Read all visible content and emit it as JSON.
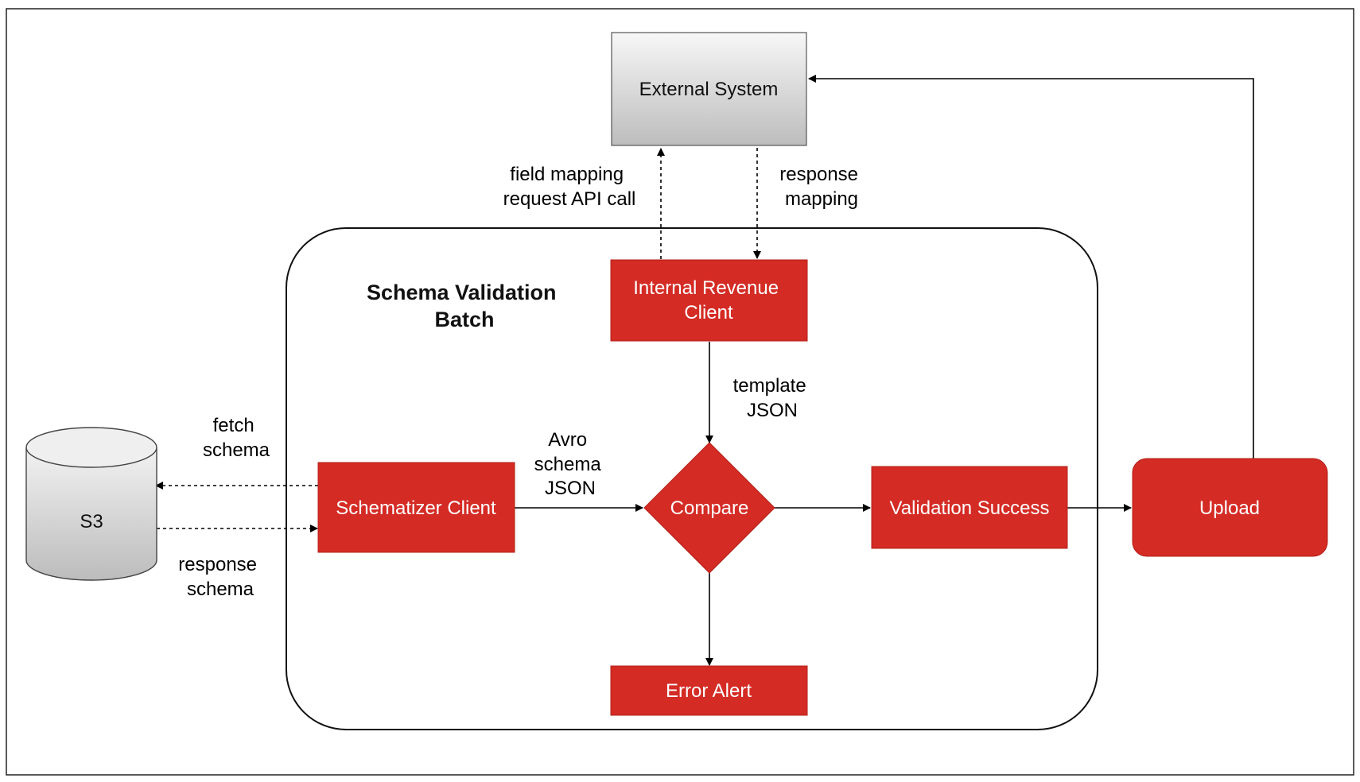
{
  "colors": {
    "node_fill": "#d42b25",
    "node_stroke": "#b32018",
    "text_on_node": "#ffffff",
    "external_gradient_top": "#f7f7f7",
    "external_gradient_bottom": "#bdbdbd",
    "s3_top": "#f2f2f2",
    "s3_bottom": "#bcbcbc",
    "edge": "#000000"
  },
  "nodes": {
    "external_system": "External System",
    "s3": "S3",
    "batch_title_line1": "Schema Validation",
    "batch_title_line2": "Batch",
    "internal_revenue_line1": "Internal Revenue",
    "internal_revenue_line2": "Client",
    "schematizer_client": "Schematizer Client",
    "compare": "Compare",
    "validation_success": "Validation Success",
    "error_alert": "Error Alert",
    "upload": "Upload"
  },
  "edges": {
    "field_mapping_line1": "field mapping",
    "field_mapping_line2": "request API call",
    "response_mapping_line1": "response",
    "response_mapping_line2": "mapping",
    "template_json_line1": "template",
    "template_json_line2": "JSON",
    "fetch_schema_line1": "fetch",
    "fetch_schema_line2": "schema",
    "response_schema_line1": "response",
    "response_schema_line2": "schema",
    "avro_line1": "Avro",
    "avro_line2": "schema",
    "avro_line3": "JSON"
  }
}
